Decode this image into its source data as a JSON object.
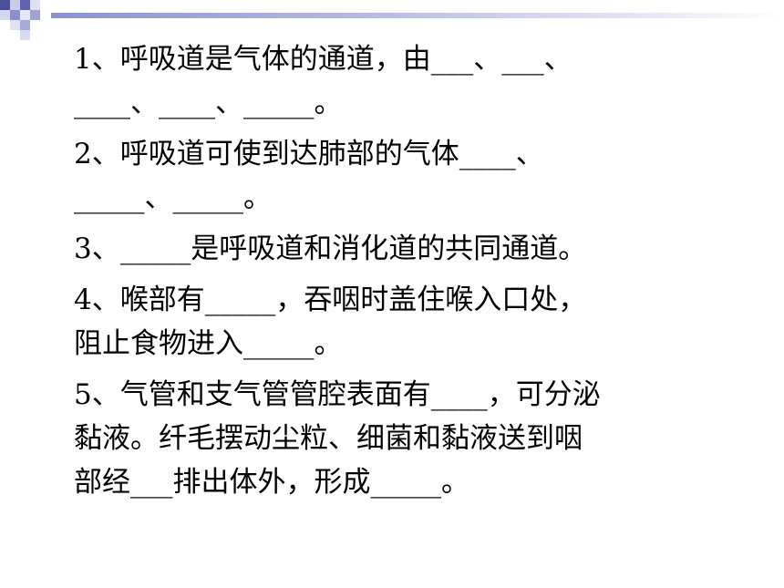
{
  "questions": [
    {
      "line1": "1、呼吸道是气体的通道，由___、___、",
      "line2": "____、____、_____。"
    },
    {
      "line1": "2、呼吸道可使到达肺部的气体____、",
      "line2": "_____、_____。"
    },
    {
      "line1": "3、_____是呼吸道和消化道的共同通道。"
    },
    {
      "line1": "4、喉部有_____，吞咽时盖住喉入口处，",
      "line2": "阻止食物进入_____。"
    },
    {
      "line1": "5、气管和支气管管腔表面有____，可分泌",
      "line2": "黏液。纤毛摆动尘粒、细菌和黏液送到咽",
      "line3": "部经___排出体外，形成_____。"
    }
  ]
}
